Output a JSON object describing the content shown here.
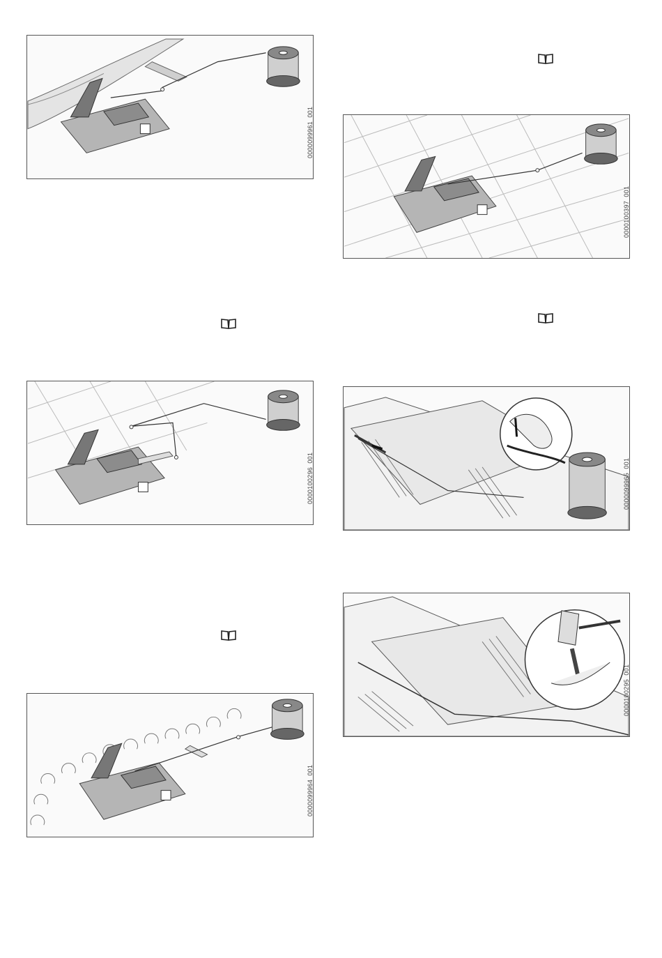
{
  "figures": [
    {
      "id": "0000099961_001",
      "scene": "wall"
    },
    {
      "id": "0000100397_001",
      "scene": "tiles"
    },
    {
      "id": "0000100296_001",
      "scene": "tiles-loop"
    },
    {
      "id": "0000099965_001",
      "scene": "detail-insert"
    },
    {
      "id": "0000099964_001",
      "scene": "hedge"
    },
    {
      "id": "0000100295_001",
      "scene": "detail-hammer"
    }
  ],
  "icons": [
    "book-icon",
    "book-icon",
    "book-icon",
    "book-icon"
  ],
  "colors": {
    "line": "#333333",
    "spool": "#555555",
    "dock": "#9a9a9a",
    "paper": "#ffffff"
  }
}
